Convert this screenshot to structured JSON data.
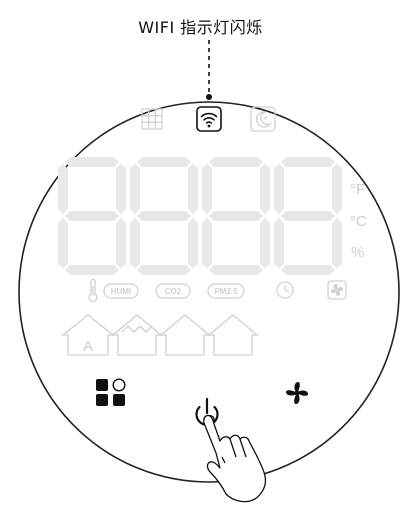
{
  "callout": {
    "text": "WIFI 指示灯闪烁"
  },
  "display": {
    "digits": "8888",
    "units": [
      "°F",
      "°C",
      "%"
    ],
    "pills": [
      "HUMI",
      "CO2",
      "PM2.5"
    ],
    "house_letter": "A"
  },
  "icons": {
    "top_row": [
      "grid-icon",
      "wifi-icon",
      "moon-icon"
    ],
    "status_row": [
      "thermometer-icon",
      "humi-badge",
      "co2-badge",
      "pm25-badge",
      "clock-icon",
      "fan-box-icon"
    ],
    "buttons": [
      "mode-button",
      "power-button",
      "fan-button"
    ]
  },
  "colors": {
    "inactive_segment": "#e8e8e8",
    "inactive_icon": "#d4d4d4",
    "active": "#111111",
    "ring": "#222222"
  }
}
